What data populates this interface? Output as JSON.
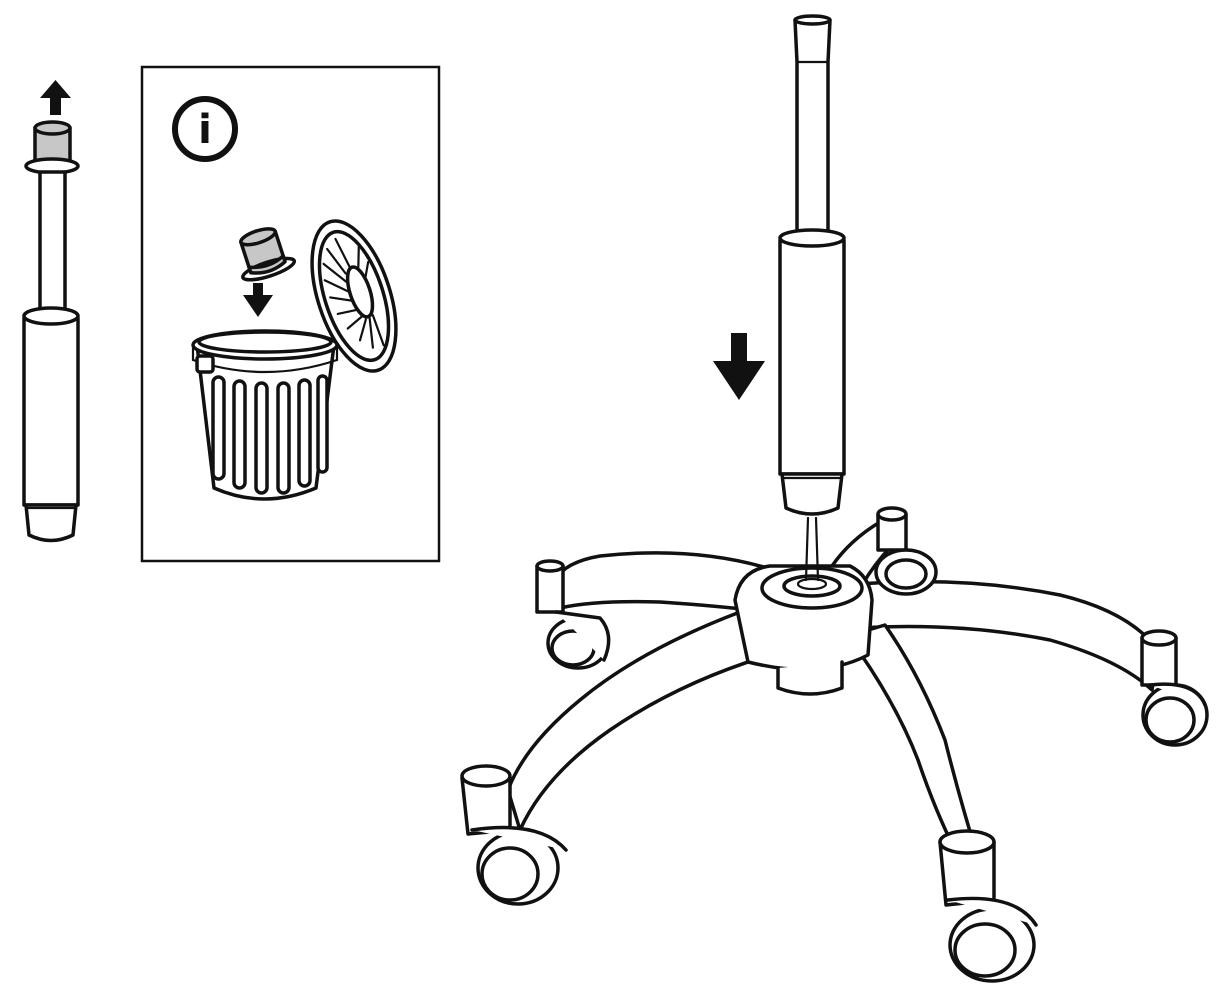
{
  "figure": {
    "kind": "assembly-instruction",
    "ink_color": "#111111",
    "paper_color": "#ffffff",
    "protective_cap_color": "#c7c7c7",
    "caster_count": 5
  },
  "info_panel": {
    "icon": "info-icon",
    "glyph": "i",
    "illustrates": "discard-protective-cap-in-trash-bin"
  },
  "arrows": {
    "remove_cap": "arrow-up-icon",
    "cap_to_bin": "arrow-down-icon",
    "insert_cylinder": "arrow-down-icon"
  }
}
